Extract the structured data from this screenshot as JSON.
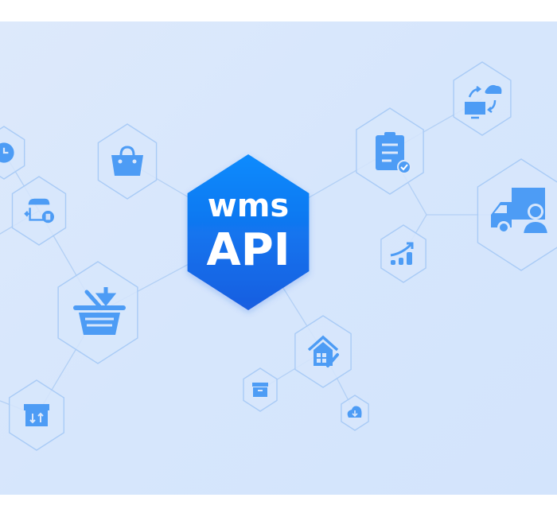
{
  "hub": {
    "line1": "wms",
    "line2": "API",
    "gradient_top": "#0a8bfd",
    "gradient_bottom": "#1a5ee0"
  },
  "colors": {
    "background": "#d8e7fc",
    "hex_stroke": "#a9cbf6",
    "link_stroke": "#b3d0f5",
    "icon": "#4d9cf5"
  },
  "nodes": [
    {
      "id": "clock",
      "icon": "clock-icon"
    },
    {
      "id": "store-return",
      "icon": "store-return-icon"
    },
    {
      "id": "shopping-bag",
      "icon": "shopping-bag-icon"
    },
    {
      "id": "basket-in",
      "icon": "basket-download-icon"
    },
    {
      "id": "shop-transfer",
      "icon": "shop-transfer-icon"
    },
    {
      "id": "clipboard",
      "icon": "clipboard-check-icon"
    },
    {
      "id": "cloud-sync",
      "icon": "monitor-cloud-sync-icon"
    },
    {
      "id": "truck-user",
      "icon": "truck-user-icon"
    },
    {
      "id": "growth-chart",
      "icon": "growth-chart-icon"
    },
    {
      "id": "warehouse-edit",
      "icon": "warehouse-edit-icon"
    },
    {
      "id": "archive-box",
      "icon": "archive-box-icon"
    },
    {
      "id": "cloud-download",
      "icon": "cloud-download-icon"
    }
  ]
}
